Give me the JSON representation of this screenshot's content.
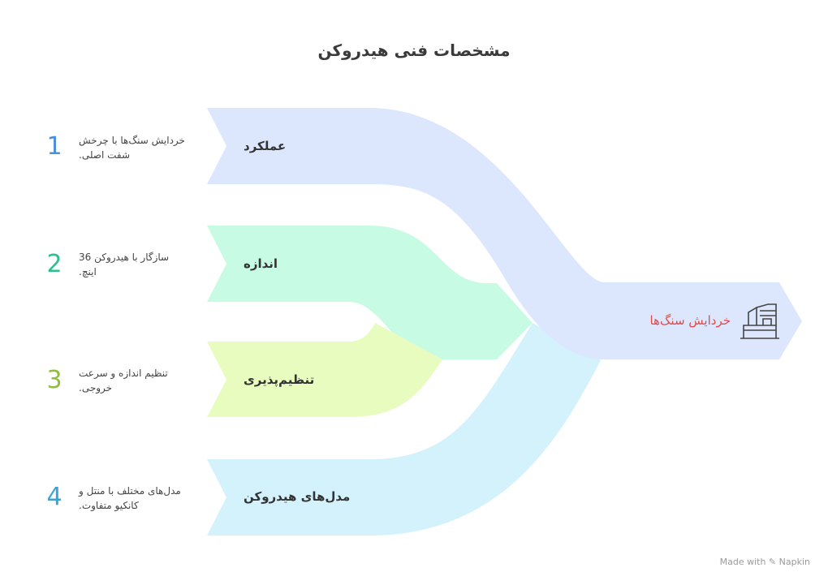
{
  "title": "مشخصات فنی هیدروکن",
  "target": {
    "label": "خردایش سنگ‌ها",
    "icon": "machine-icon"
  },
  "items": [
    {
      "number": "1",
      "label": "عملکرد",
      "description": "خردایش سنگ‌ها با چرخش شفت اصلی.",
      "color": "#dce7fd",
      "number_color": "#4a8fd8"
    },
    {
      "number": "2",
      "label": "اندازه",
      "description": "سازگار با هیدروکن 36 اینچ.",
      "color": "#c8fbe4",
      "number_color": "#2dbf8c"
    },
    {
      "number": "3",
      "label": "تنظیم‌پذیری",
      "description": "تنظیم اندازه و سرعت خروجی.",
      "color": "#e8fcc0",
      "number_color": "#8fbf3a"
    },
    {
      "number": "4",
      "label": "مدل‌های هیدروکن",
      "description": "مدل‌های مختلف با منتل و کانکیو متفاوت.",
      "color": "#d3f2fc",
      "number_color": "#3aa3d8"
    }
  ],
  "watermark": "Made with ✎ Napkin"
}
